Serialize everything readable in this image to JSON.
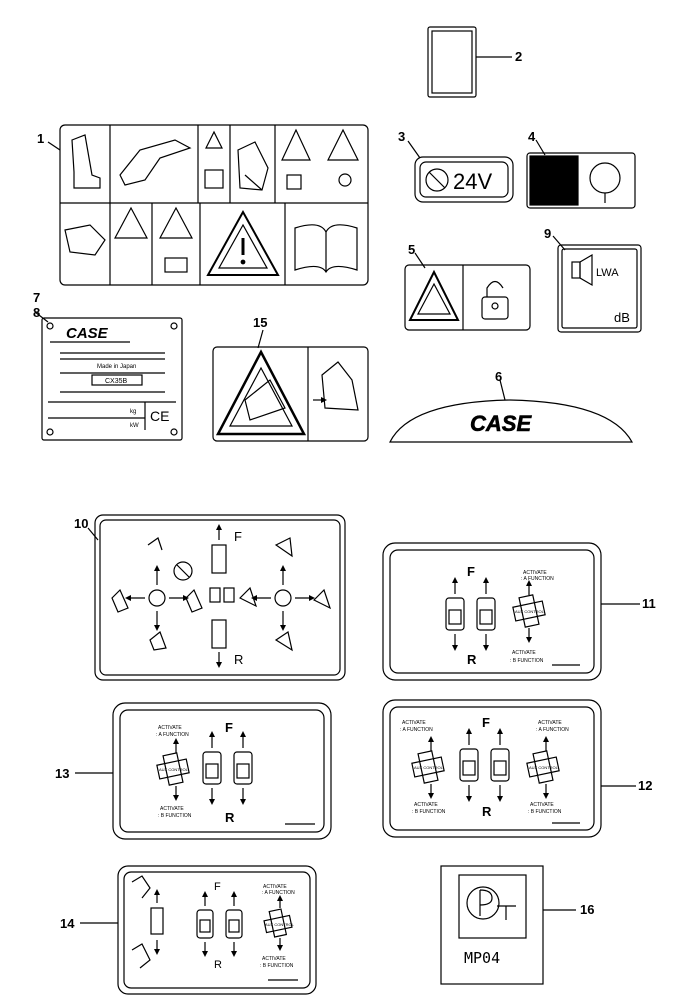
{
  "callouts": [
    "1",
    "2",
    "3",
    "4",
    "5",
    "6",
    "7",
    "8",
    "9",
    "10",
    "11",
    "12",
    "13",
    "14",
    "15",
    "16"
  ],
  "decal3": {
    "voltage": "24V"
  },
  "decal6": {
    "brand": "CASE"
  },
  "plate8": {
    "brand": "CASE",
    "model": "CX35B",
    "made_in": "Made in Japan",
    "weight_unit": "kg",
    "power_unit": "kW",
    "ce": "CE"
  },
  "decal9": {
    "label": "LWA",
    "unit": "dB"
  },
  "control": {
    "forward": "F",
    "reverse": "R",
    "aux": "AUX CONTROL",
    "activate": "ACTIVATE",
    "a_function": ": A FUNCTION",
    "b_function": ": B FUNCTION"
  },
  "decal16": {
    "code": "MP04",
    "mark": "PCT"
  }
}
